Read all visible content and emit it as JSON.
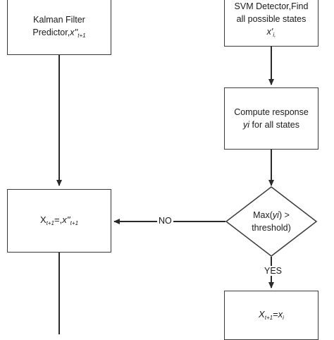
{
  "kalman_box": {
    "line1": "Kalman Filter",
    "line2_prefix": "Predictor,",
    "line2_var": "x''",
    "line2_sub": "t+1"
  },
  "svm_box": {
    "line1": "SVM Detector,Find",
    "line2": "all possible states",
    "line3_var": "x'",
    "line3_sub": "i,"
  },
  "compute_box": {
    "line1": "Compute response",
    "line2_var": "yi",
    "line2_rest": " for all states"
  },
  "decision": {
    "line1_prefix": "Max(",
    "line1_var": "yi",
    "line1_suffix": ") >",
    "line2": "threshold)"
  },
  "output_left": {
    "var": "X",
    "sub": "t+1",
    "eq": "=,",
    "rhs_var": "x''",
    "rhs_sub": "t+1"
  },
  "output_right": {
    "var": "X",
    "sub": "t+1",
    "eq": "=",
    "rhs_var": "x",
    "rhs_sub": "i"
  },
  "edge_labels": {
    "no": "NO",
    "yes": "YES"
  }
}
